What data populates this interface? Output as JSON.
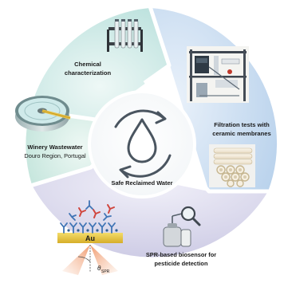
{
  "center": {
    "title": "Safe Reclaimed Water"
  },
  "segments": [
    {
      "line1": "Chemical",
      "line2": "characterization"
    },
    {
      "line1": "Filtration tests with",
      "line2": "ceramic membranes"
    },
    {
      "line1": "SPR-based biosensor for",
      "line2": "pesticide detection"
    },
    {
      "line1": "Winery Wastewater",
      "line2": "Douro Region, Portugal"
    }
  ],
  "spr": {
    "surface_label": "Au",
    "angle_symbol": "θ",
    "angle_subscript": "SPR"
  },
  "colors": {
    "segment_top": "#c7e7e4",
    "segment_right": "#c9dcef",
    "segment_bottom": "#d7d6ea",
    "segment_left": "#cfe8df",
    "gold": "#e6c84a",
    "antibody": "#3f74b5",
    "target": "#d0463e"
  }
}
